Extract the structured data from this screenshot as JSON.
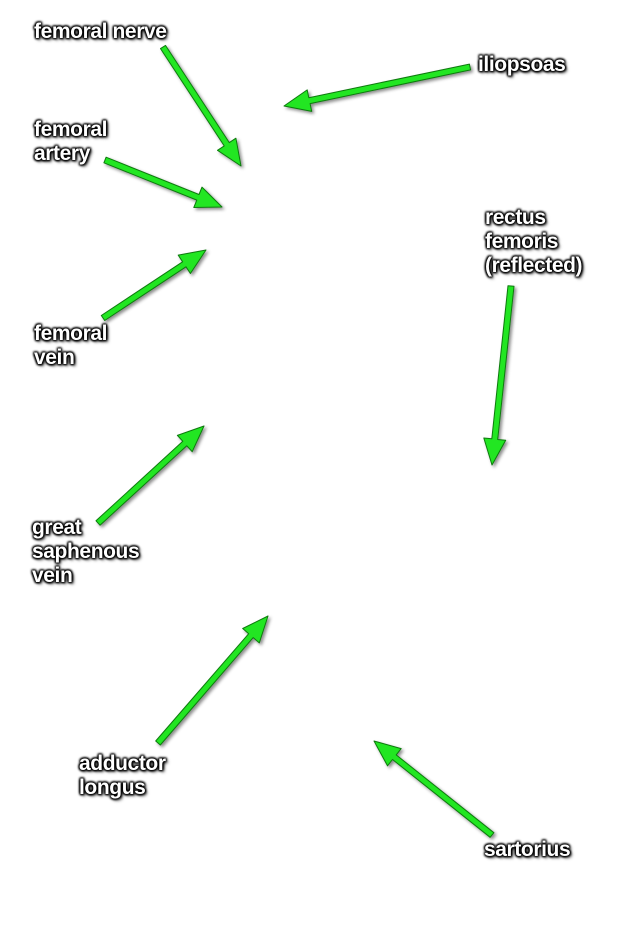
{
  "colors": {
    "arrow_fill": "#22e622",
    "arrow_outline": "#0f7a0f",
    "label_text": "#ffffff",
    "label_outline": "#000000"
  },
  "labels": {
    "femoral_nerve": [
      "femoral nerve"
    ],
    "iliopsoas": [
      "iliopsoas"
    ],
    "femoral_artery": [
      "femoral",
      "artery"
    ],
    "rectus_femoris": [
      "rectus",
      "femoris",
      "(reflected)"
    ],
    "femoral_vein": [
      "femoral",
      "vein"
    ],
    "great_saphenous_vein": [
      "great",
      "saphenous",
      "vein"
    ],
    "adductor_longus": [
      "adductor",
      "longus"
    ],
    "sartorius": [
      "sartorius"
    ]
  }
}
